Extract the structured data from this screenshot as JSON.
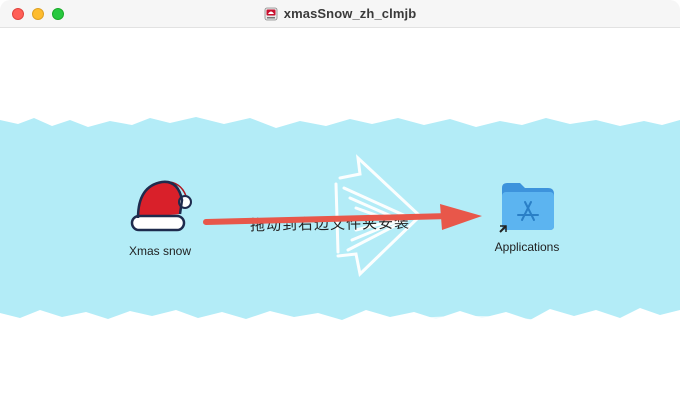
{
  "window": {
    "title": "xmasSnow_zh_clmjb",
    "controls": [
      "close",
      "minimize",
      "zoom"
    ]
  },
  "items": {
    "app": {
      "label": "Xmas snow",
      "icon": "santa-hat-icon"
    },
    "applications": {
      "label": "Applications",
      "icon": "applications-folder-icon"
    }
  },
  "instruction": "拖动到右边文件夹安装",
  "colors": {
    "band": "#b3ecf7",
    "arrow": "#e8574a",
    "folder": "#4aa6e8"
  }
}
